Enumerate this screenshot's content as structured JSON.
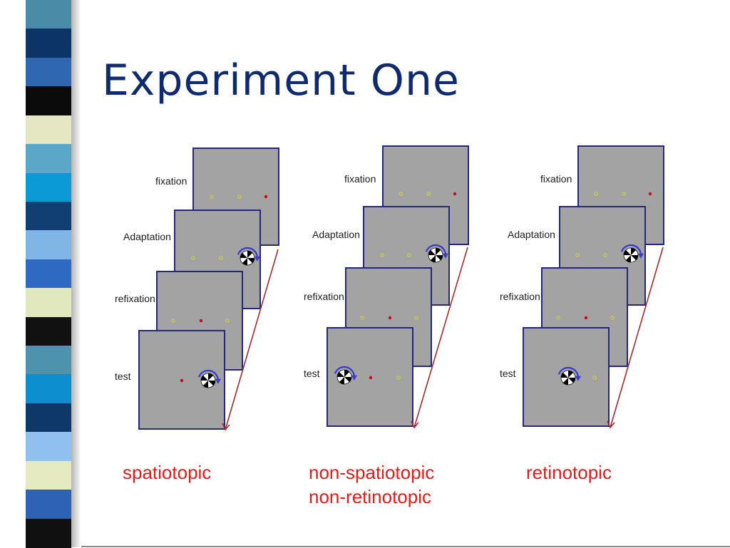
{
  "slide": {
    "title": "Experiment One",
    "stripe_colors": [
      "#4a8ba8",
      "#0d3466",
      "#2f67b0",
      "#0b0b0b",
      "#e4e7c2",
      "#5aa7c8",
      "#0c9ad6",
      "#123f73",
      "#7fb6e6",
      "#2f6ac2",
      "#e2e8bd",
      "#111111",
      "#4d93ad",
      "#0d8ecf",
      "#0e3867",
      "#8fc0f0",
      "#e5eac0",
      "#2e62b5",
      "#101010"
    ]
  },
  "panels": [
    {
      "id": "spatiotopic",
      "stages": [
        "fixation",
        "Adaptation",
        "refixation",
        "test"
      ],
      "condition": [
        "spatiotopic"
      ]
    },
    {
      "id": "non-spatiotopic",
      "stages": [
        "fixation",
        "Adaptation",
        "refixation",
        "test"
      ],
      "condition": [
        "non-spatiotopic",
        "non-retinotopic"
      ]
    },
    {
      "id": "retinotopic",
      "stages": [
        "fixation",
        "Adaptation",
        "refixation",
        "test"
      ],
      "condition": [
        "retinotopic"
      ]
    }
  ],
  "colors": {
    "title": "#0f2a6e",
    "frame_fill": "#a3a3a3",
    "frame_border": "#262680",
    "condition_text": "#e21a1a",
    "rotation_arrow": "#3a3acd",
    "time_arrow": "#a52a2a",
    "fixation_dot": "#c9c94e",
    "active_dot": "#d0001c"
  },
  "icons": {
    "stimulus": "black-white-radial-pinwheel",
    "rotation": "curved-rotation-arrow",
    "time": "time-arrow"
  }
}
